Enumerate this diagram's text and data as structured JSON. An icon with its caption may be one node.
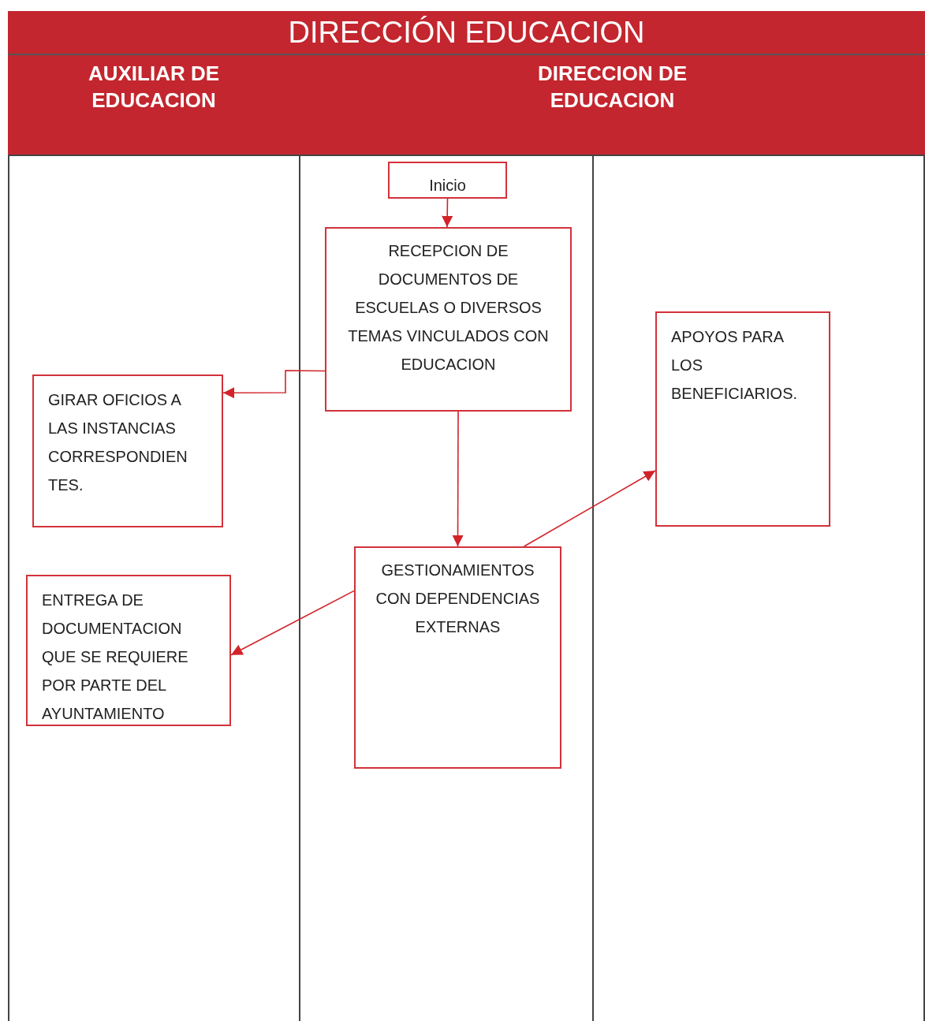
{
  "diagram": {
    "title": "DIRECCIÓN EDUCACION",
    "nodes": [
      {
        "text": [
          "AUXILIAR DE EDUCACION"
        ]
      },
      {
        "text": [
          "DIRECCION DE EDUCACION"
        ]
      },
      {
        "text": [
          "Inicio"
        ]
      },
      {
        "text": [
          "RECEPCION DE DOCUMENTOS DE ESCUELAS O DIVERSOS TEMAS VINCULADOS CON EDUCACION"
        ]
      },
      {
        "text": [
          "GIRAR OFICIOS A LAS INSTANCIAS CORRESPONDIEN TES."
        ]
      },
      {
        "text": [
          "APOYOS PARA LOS BENEFICIARIOS."
        ]
      },
      {
        "text": [
          "GESTIONAMIENTOS CON DEPENDENCIAS EXTERNAS"
        ]
      },
      {
        "text": [
          "ENTREGA DE DOCUMENTACION QUE SE REQUIERE POR PARTE DEL AYUNTAMIENTO"
        ]
      }
    ],
    "edges": [
      {
        "from": 2,
        "to": 3,
        "arrow": "to"
      },
      {
        "from": 3,
        "to": 4,
        "arrow": "to"
      },
      {
        "from": 3,
        "to": 6,
        "arrow": "to"
      },
      {
        "from": 6,
        "to": 5,
        "arrow": "to"
      },
      {
        "from": 6,
        "to": 7,
        "arrow": "to"
      }
    ]
  }
}
